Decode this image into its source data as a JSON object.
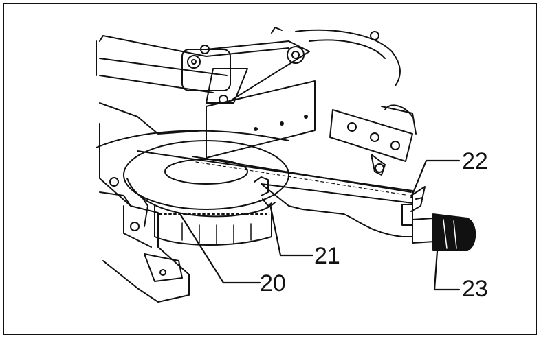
{
  "figure": {
    "callouts": [
      {
        "id": "20",
        "label": "20"
      },
      {
        "id": "21",
        "label": "21"
      },
      {
        "id": "22",
        "label": "22"
      },
      {
        "id": "23",
        "label": "23"
      }
    ]
  },
  "colors": {
    "line": "#111111",
    "fill_dark": "#1a1a1a",
    "fill_light": "#ffffff"
  }
}
